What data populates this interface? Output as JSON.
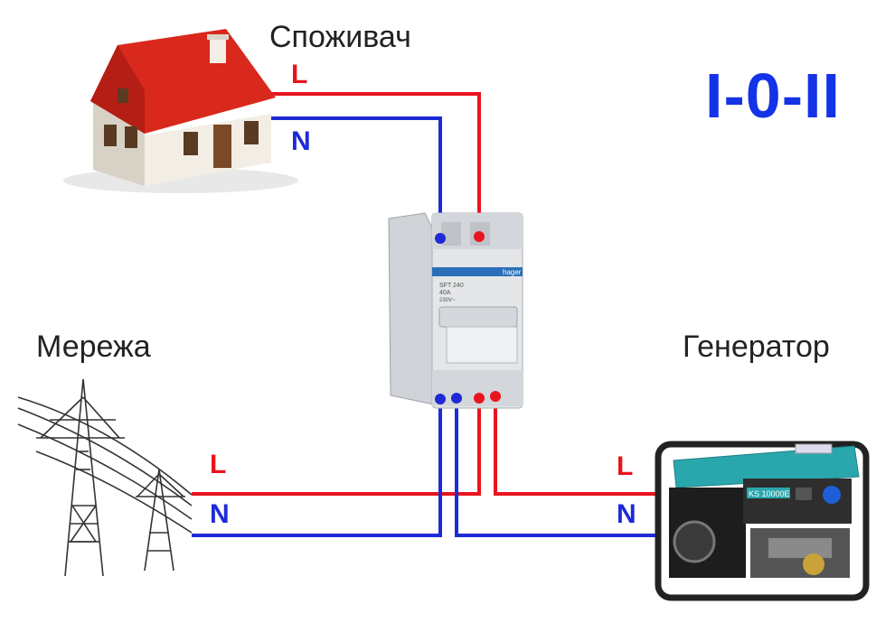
{
  "labels": {
    "consumer": "Споживач",
    "grid": "Мережа",
    "generator": "Генератор",
    "mode": "I-0-II"
  },
  "wire_labels": {
    "house_L": "L",
    "house_N": "N",
    "grid_L": "L",
    "grid_N": "N",
    "gen_L": "L",
    "gen_N": "N"
  },
  "switch": {
    "brand": "hager",
    "model": "SFT 240",
    "rating": "40A",
    "voltage": "230V~"
  },
  "generator": {
    "model": "KS 10000E"
  },
  "colors": {
    "line": "#e8141e",
    "neutral": "#1e2ad6",
    "mode_text": "#1432e6",
    "roof": "#d9281c",
    "switch_body": "#e4e6e8",
    "generator_body": "#2aa7ad"
  }
}
